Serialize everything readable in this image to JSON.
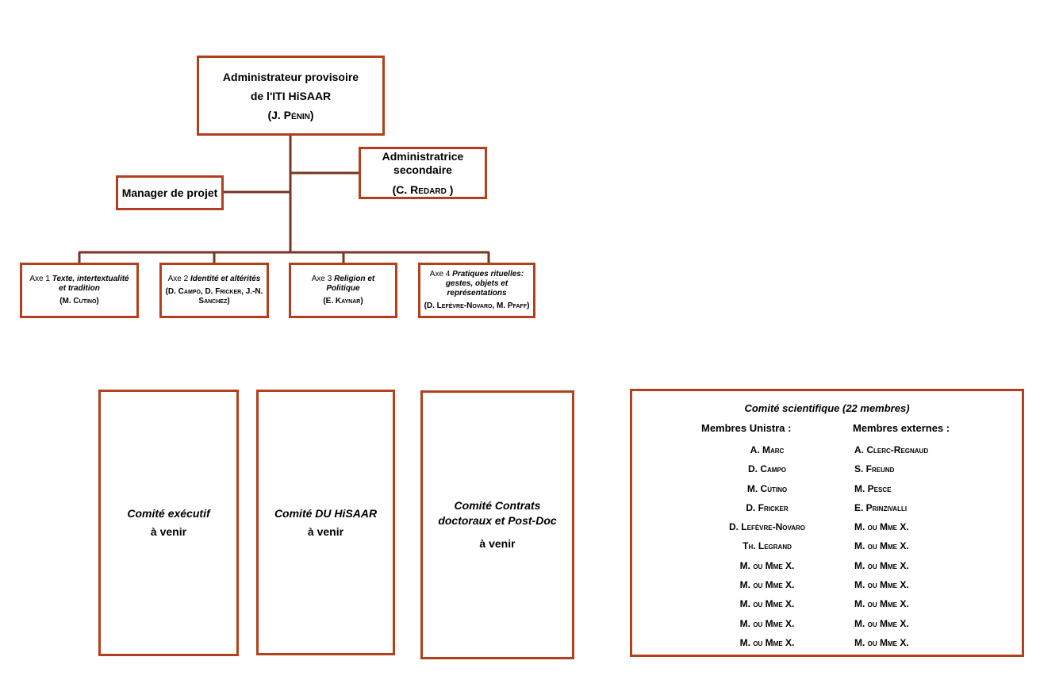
{
  "org_chart": {
    "admin": {
      "line1": "Administrateur provisoire",
      "line2": "de l'ITI HiSAAR",
      "person": "(J. Pénin)"
    },
    "admin_secondary": {
      "line1": "Administratrice",
      "line2": "secondaire",
      "person": "(C. Redard )"
    },
    "manager": {
      "label": "Manager de projet"
    },
    "axes": [
      {
        "prefix": "Axe 1 ",
        "title": "Texte, intertextualité et tradition",
        "people": "(M. Cutino)"
      },
      {
        "prefix": "Axe 2 ",
        "title": "Identité et altérités",
        "people": "(D. Campo, D. Fricker, J.-N. Sanchez)"
      },
      {
        "prefix": "Axe 3 ",
        "title": "Religion et Politique",
        "people": "(E. Kaynar)"
      },
      {
        "prefix": "Axe 4 ",
        "title": "Pratiques rituelles: gestes, objets et représentations",
        "people": "(D. Lefèvre-Novaro, M. Pfaff)"
      }
    ]
  },
  "committees": [
    {
      "title": "Comité exécutif",
      "status": "à venir"
    },
    {
      "title": "Comité DU HiSAAR",
      "status": "à venir"
    },
    {
      "title": "Comité Contrats doctoraux et Post-Doc",
      "status": "à venir"
    }
  ],
  "scientific_committee": {
    "title": "Comité scientifique (22 membres)",
    "unistra_header": "Membres Unistra :",
    "external_header": "Membres externes :",
    "unistra": [
      "A. Marc",
      "D. Campo",
      "M. Cutino",
      "D. Fricker",
      "D. Lefèvre-Novaro",
      "Th. Legrand",
      "M. ou Mme X.",
      "M. ou Mme X.",
      "M. ou Mme X.",
      "M. ou Mme X.",
      "M. ou Mme X."
    ],
    "external": [
      "A. Clerc-Regnaud",
      "S. Freund",
      "M. Pesce",
      "E. Prinzivalli",
      "M. ou Mme X.",
      "M. ou Mme X.",
      "M. ou Mme X.",
      "M. ou Mme X.",
      "M. ou Mme X.",
      "M. ou Mme X.",
      "M. ou Mme X."
    ]
  },
  "colors": {
    "box_border": "#b3401c",
    "connector": "#7a3522"
  }
}
